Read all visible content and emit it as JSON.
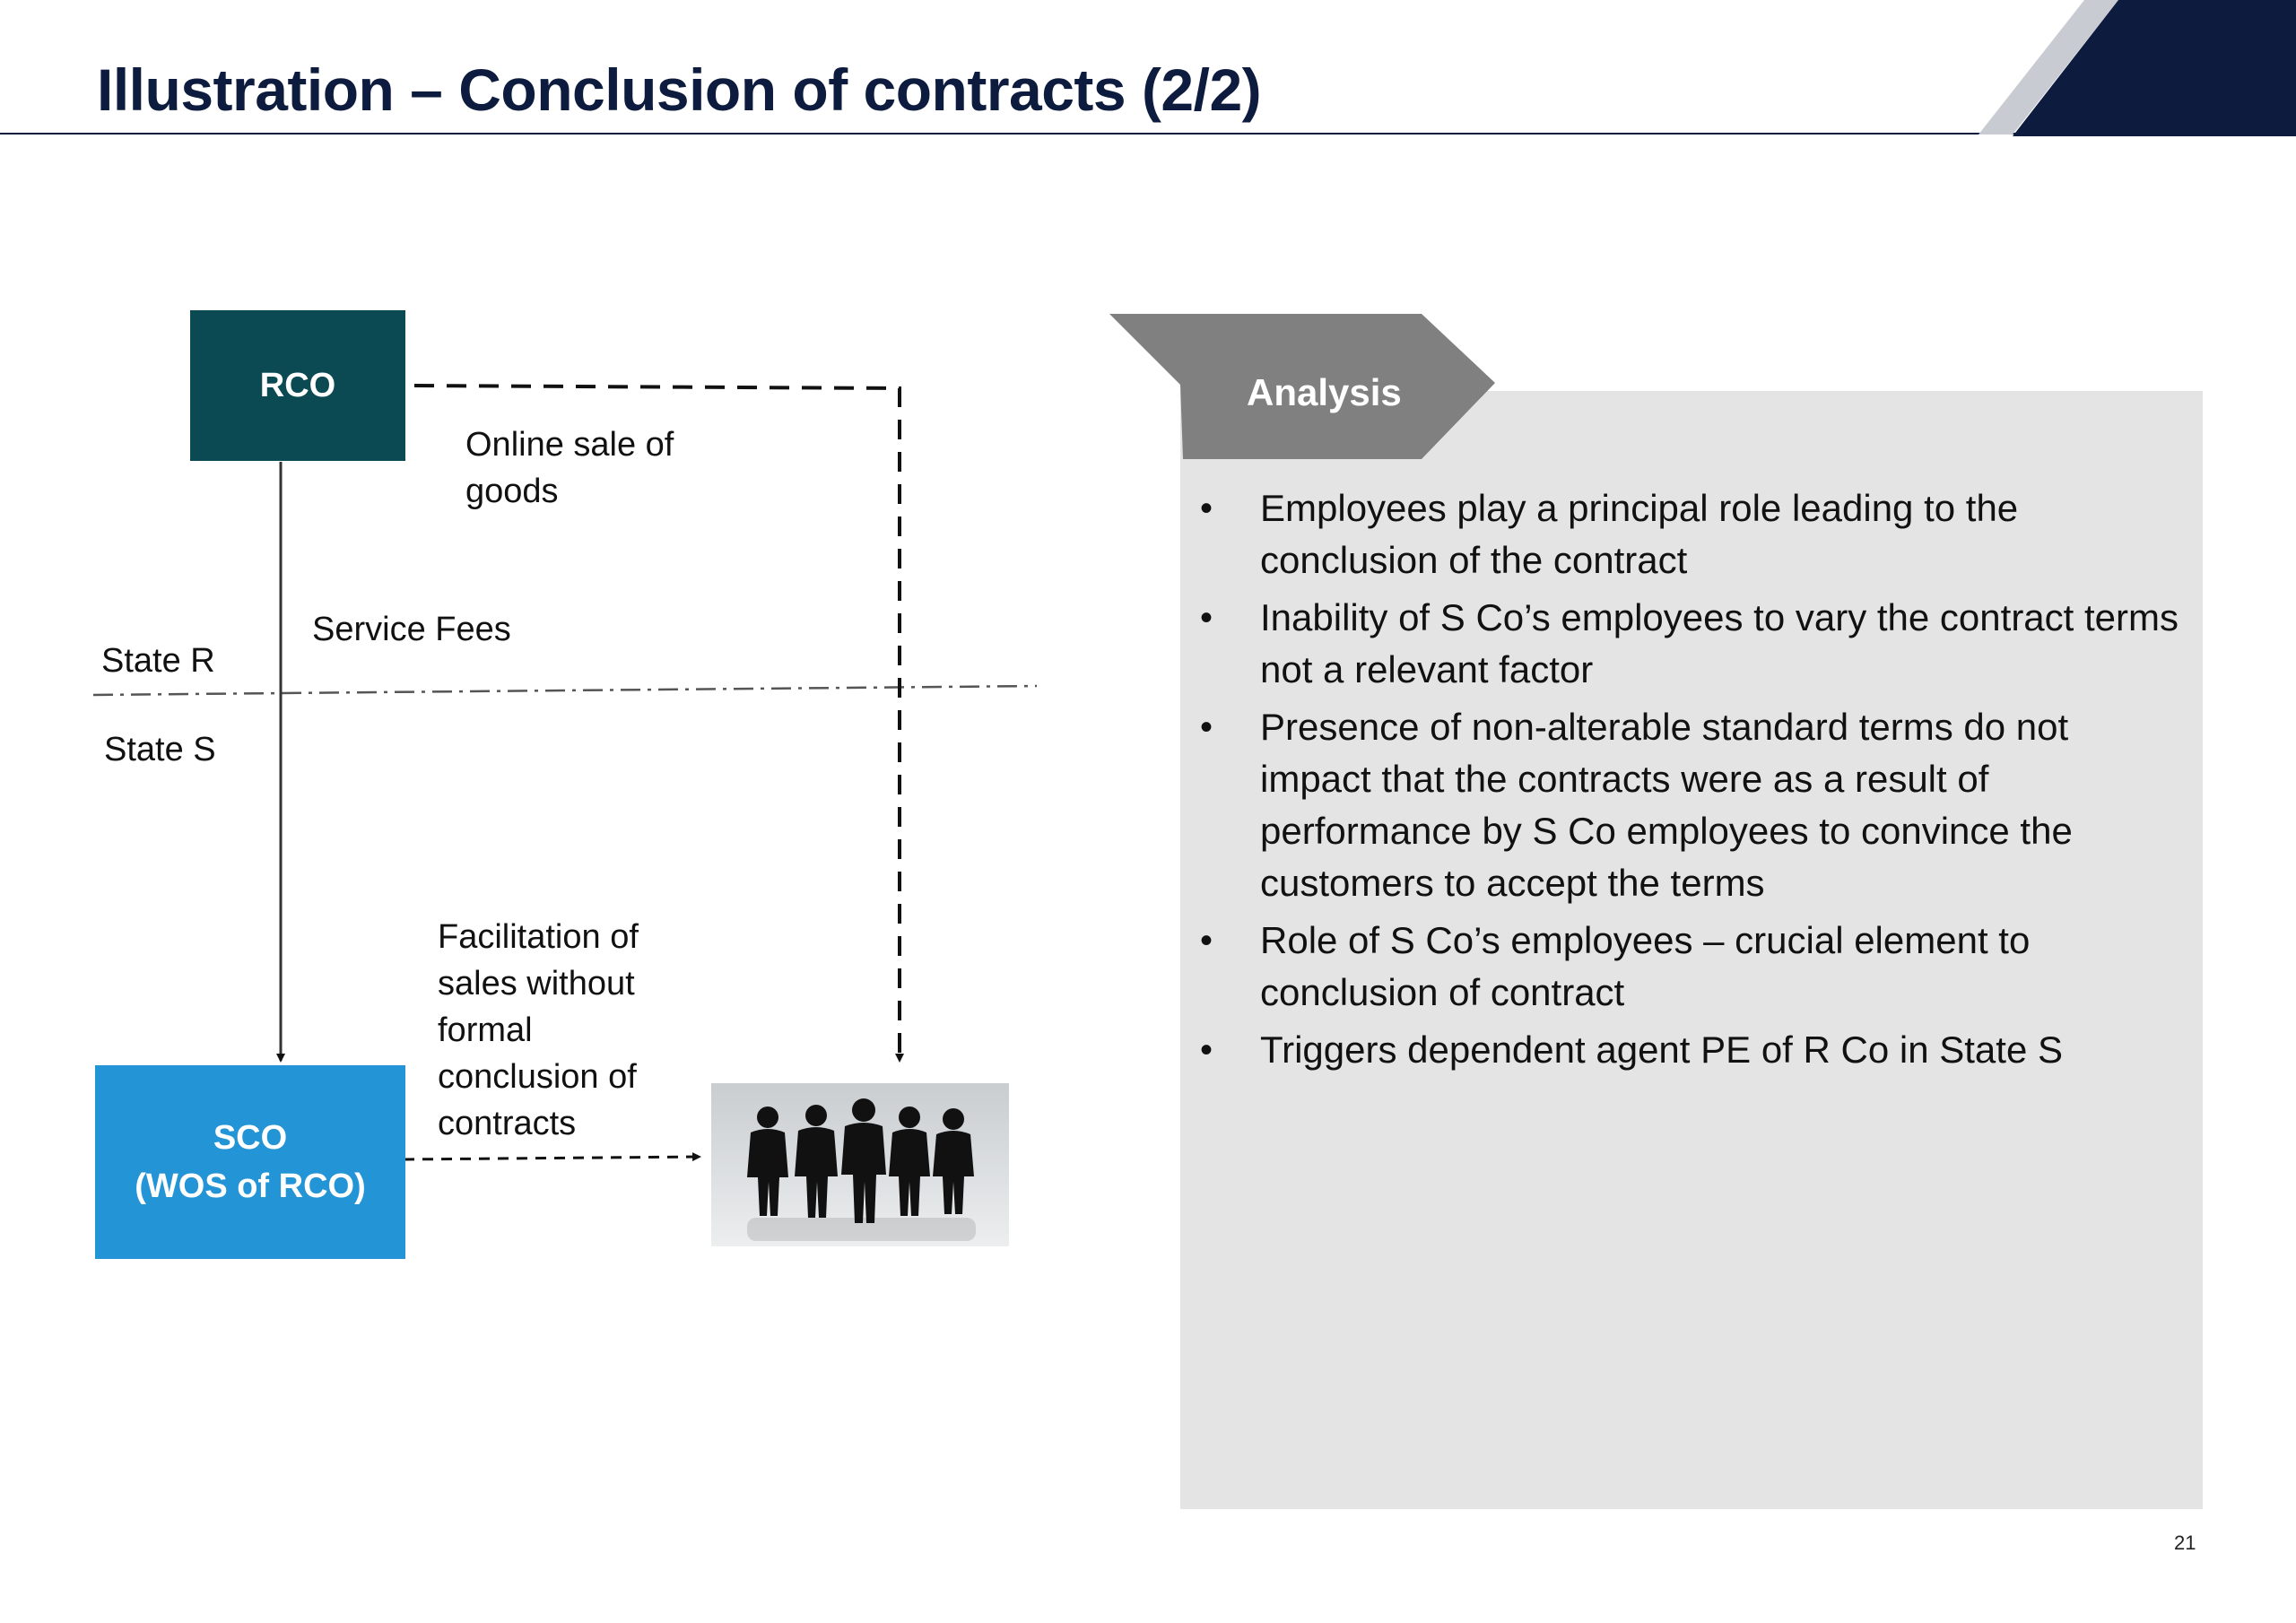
{
  "slide": {
    "title": "Illustration – Conclusion of contracts (2/2)",
    "page_number": "21"
  },
  "diagram": {
    "rco_label": "RCO",
    "sco_line1": "SCO",
    "sco_line2": "(WOS of RCO)",
    "online_sale_line1": "Online sale of",
    "online_sale_line2": "goods",
    "service_fees": "Service Fees",
    "state_r": "State R",
    "state_s": "State S",
    "facilitation_lines": [
      "Facilitation of",
      "sales without",
      "formal",
      "conclusion of",
      "contracts"
    ],
    "customers_icon": "group-of-people-icon"
  },
  "analysis": {
    "heading": "Analysis",
    "bullets": [
      "Employees play a principal role leading to the conclusion of the contract",
      "Inability of S Co’s employees to vary the contract terms not a relevant factor",
      "Presence of non-alterable standard terms do not impact that the contracts were as a result of performance by S Co employees to convince the customers to accept the terms",
      "Role of S Co’s employees – crucial element to conclusion of contract",
      "Triggers dependent agent PE of R Co in State S"
    ]
  },
  "colors": {
    "navy": "#0d1b3e",
    "rco_box": "#0b4a52",
    "sco_box": "#2394d6",
    "panel": "#e4e4e4",
    "tab": "#808080"
  }
}
